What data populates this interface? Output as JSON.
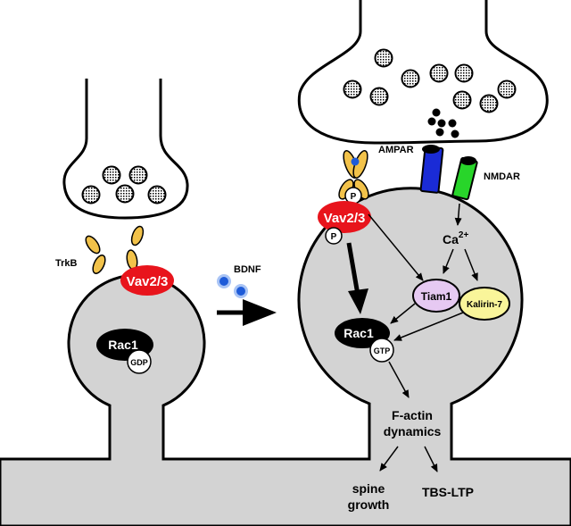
{
  "colors": {
    "spine_fill": "#d3d3d3",
    "outline": "#000000",
    "trkb": "#f2c24a",
    "vav": "#e8141c",
    "rac": "#000000",
    "bdnf": "#1e5bd8",
    "bdnf_halo": "#a9c4f5",
    "ampar": "#1a2bd6",
    "nmdar": "#28d52a",
    "tiam": "#e6c9f2",
    "kalirin": "#f9f59a"
  },
  "labels": {
    "trkb": "TrkB",
    "bdnf": "BDNF",
    "vav_left": "Vav2/3",
    "rac_left": "Rac1",
    "gdp": "GDP",
    "ampar": "AMPAR",
    "nmdar": "NMDAR",
    "vav_right": "Vav2/3",
    "p_top": "P",
    "p_bottom": "P",
    "ca_base": "Ca",
    "ca_sup": "2+",
    "tiam": "Tiam1",
    "kalirin": "Kalirin-7",
    "rac_right": "Rac1",
    "gtp": "GTP",
    "factin_1": "F-actin",
    "factin_2": "dynamics",
    "spine_1": "spine",
    "spine_2": "growth",
    "tbs": "TBS-LTP"
  },
  "icons": [
    "vesicle-icon",
    "glutamate-dot-icon",
    "bdnf-ligand-icon",
    "trkb-receptor-icon"
  ]
}
